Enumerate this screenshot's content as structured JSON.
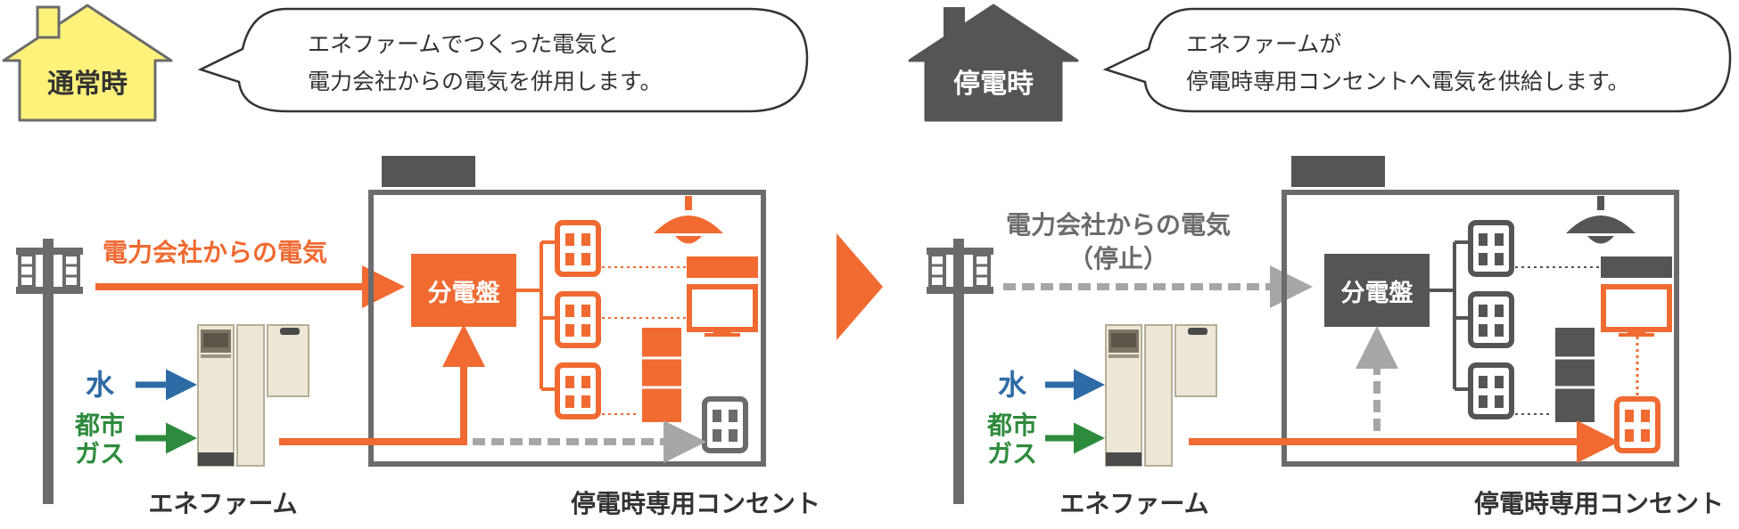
{
  "colors": {
    "orange": "#F06A31",
    "gray": "#6B6B6B",
    "dark": "#555555",
    "light_gray": "#A6A6A6",
    "yellow": "#FFF27A",
    "blue": "#2E6AA6",
    "green": "#2E8B3D"
  },
  "normal": {
    "badge": "通常時",
    "bubble_line1": "エネファームでつくった電気と",
    "bubble_line2": "電力会社からの電気を併用します。",
    "grid_label": "電力会社からの電気",
    "panel_label": "分電盤",
    "water_label": "水",
    "gas_line1": "都市",
    "gas_line2": "ガス",
    "enefarm_label": "エネファーム",
    "outlet_label": "停電時専用コンセント"
  },
  "outage": {
    "badge": "停電時",
    "bubble_line1": "エネファームが",
    "bubble_line2": "停電時専用コンセントへ電気を供給します。",
    "grid_label_line1": "電力会社からの電気",
    "grid_label_line2": "（停止）",
    "panel_label": "分電盤",
    "water_label": "水",
    "gas_line1": "都市",
    "gas_line2": "ガス",
    "enefarm_label": "エネファーム",
    "outlet_label": "停電時専用コンセント"
  }
}
